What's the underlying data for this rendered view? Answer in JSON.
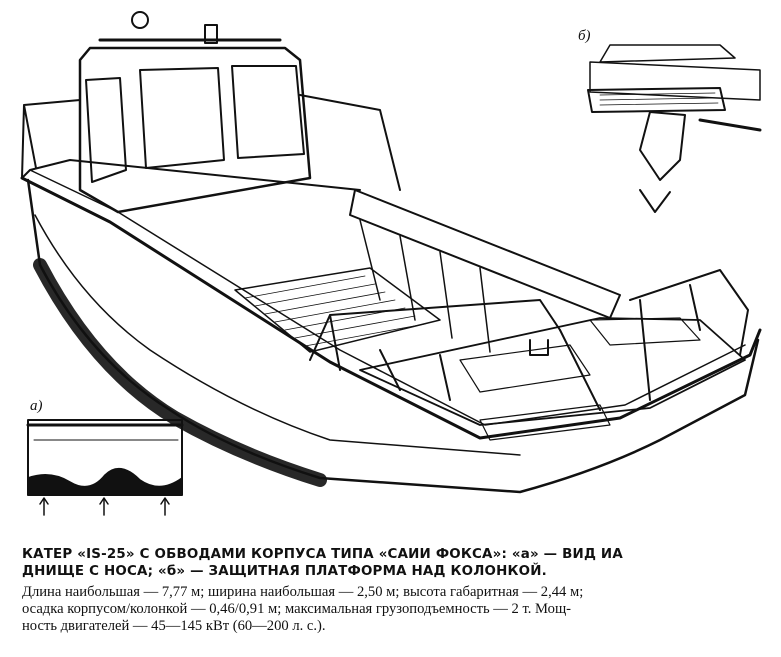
{
  "labels": {
    "a": "а)",
    "b": "б)"
  },
  "caption": {
    "title_line1": "КАТЕР «IS-25» С ОБВОДАМИ КОРПУСА ТИПА «САИИ ФОКСА»: «а» — ВИД ИА",
    "title_line2": "ДНИЩЕ С НОСА; «б» — ЗАЩИТНАЯ ПЛАТФОРМА НАД КОЛОНКОЙ.",
    "body_line1": "Длина наибольшая — 7,77 м; ширина наибольшая — 2,50 м; высота габаритная — 2,44 м;",
    "body_line2": "осадка корпусом/колонкой — 0,46/0,91 м; максимальная грузоподъемность — 2 т. Мощ-",
    "body_line3": "ность двигателей — 45—145 кВт (60—200 л. с.)."
  }
}
